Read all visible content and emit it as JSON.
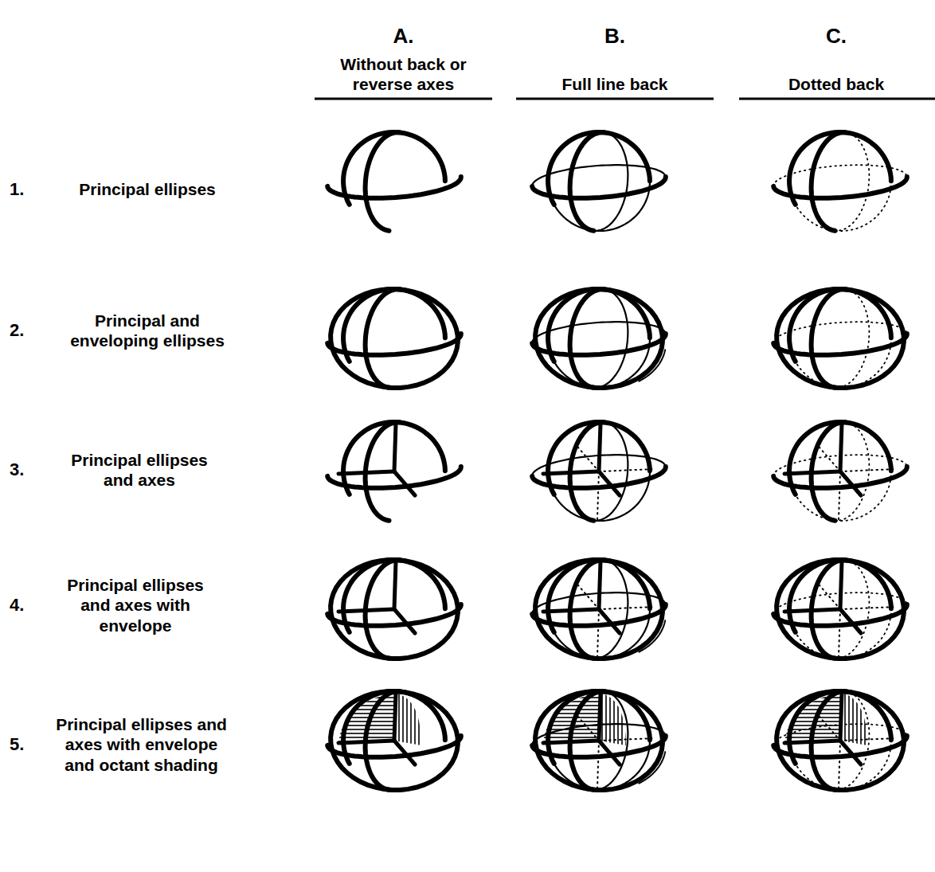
{
  "diagram": {
    "labels": [
      "A.",
      "B.",
      "C.",
      "Without back or reverse axes",
      "Full line back",
      "Dotted back",
      "1.",
      "Principal ellipses",
      "2.",
      "Principal and enveloping ellipses",
      "3.",
      "Principal ellipses and axes",
      "4.",
      "Principal ellipses and axes with envelope",
      "5.",
      "Principal ellipses and axes with envelope and octant shading"
    ]
  }
}
